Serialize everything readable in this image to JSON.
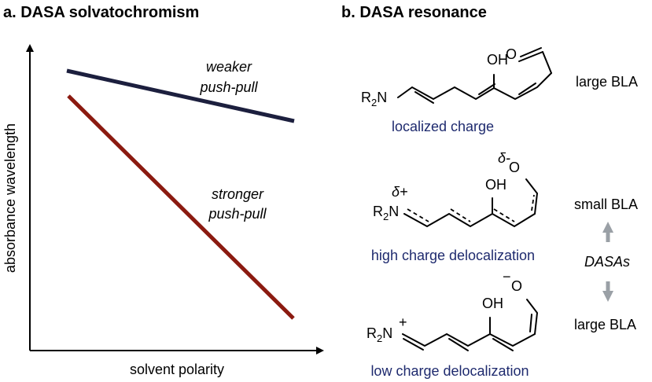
{
  "panel_a": {
    "title": "a. DASA solvatochromism",
    "x_axis_label": "solvent polarity",
    "y_axis_label": "absorbance wavelength",
    "lines": [
      {
        "label_line1": "weaker",
        "label_line2": "push-pull",
        "color": "#1c1f3e"
      },
      {
        "label_line1": "stronger",
        "label_line2": "push-pull",
        "color": "#8b1a10"
      }
    ]
  },
  "panel_b": {
    "title": "b. DASA resonance",
    "structures": [
      {
        "caption": "localized charge",
        "bla": "large BLA"
      },
      {
        "caption": "high charge delocalization",
        "bla": "small BLA"
      },
      {
        "caption": "low charge delocalization",
        "bla": "large BLA"
      }
    ],
    "arrow_label": "DASAs",
    "arrow_color": "#9aa0a6",
    "atoms": {
      "amine": "R",
      "amine_sub": "2",
      "amine_n": "N",
      "hydroxyl": "OH",
      "oxygen": "O",
      "delta_plus": "δ+",
      "delta_minus": "δ-",
      "plus": "+",
      "minus": "−"
    }
  }
}
